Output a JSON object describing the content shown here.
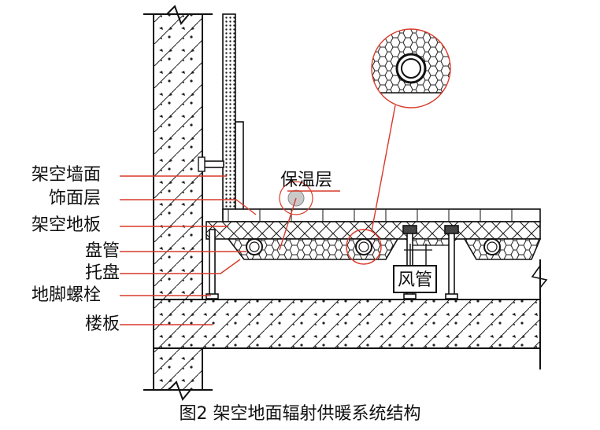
{
  "labels": {
    "raised_wall": "架空墙面",
    "finish_layer": "饰面层",
    "raised_floor": "架空地板",
    "coil_pipe": "盘管",
    "tray": "托盘",
    "anchor_bolt": "地脚螺栓",
    "floor_slab": "楼板",
    "insulation": "保温层",
    "air_duct": "风管"
  },
  "caption": "图2  架空地面辐射供暖系统结构",
  "colors": {
    "leader_red": "#d93a2b",
    "line": "#111111"
  }
}
